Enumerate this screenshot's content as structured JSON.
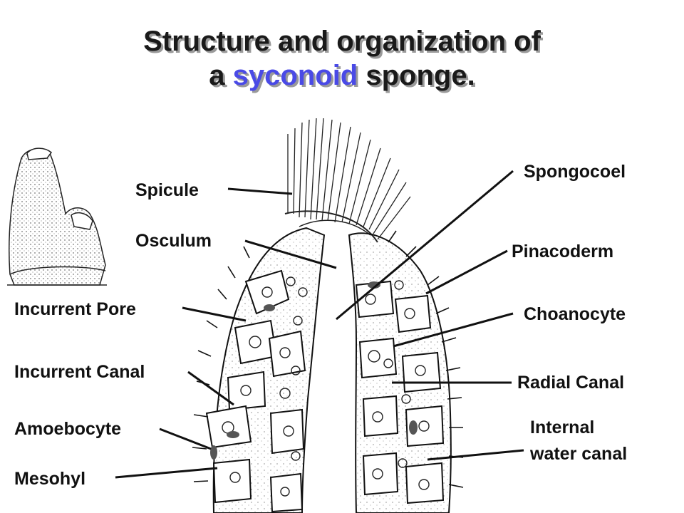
{
  "title": {
    "line1": "Structure and organization of",
    "line2_prefix": "a ",
    "line2_highlight": "syconoid",
    "line2_suffix": " sponge."
  },
  "labels": {
    "spicule": "Spicule",
    "osculum": "Osculum",
    "incurrent_pore": "Incurrent Pore",
    "incurrent_canal": "Incurrent Canal",
    "amoebocyte": "Amoebocyte",
    "mesohyl": "Mesohyl",
    "spongocoel": "Spongocoel",
    "pinacoderm": "Pinacoderm",
    "choanocyte": "Choanocyte",
    "radial_canal": "Radial Canal",
    "internal_water_canal_1": "Internal",
    "internal_water_canal_2": "water canal"
  },
  "colors": {
    "title": "#1a1a1a",
    "title_shadow": "#9a9a9a",
    "highlight": "#4a4ae6",
    "line": "#111111"
  }
}
